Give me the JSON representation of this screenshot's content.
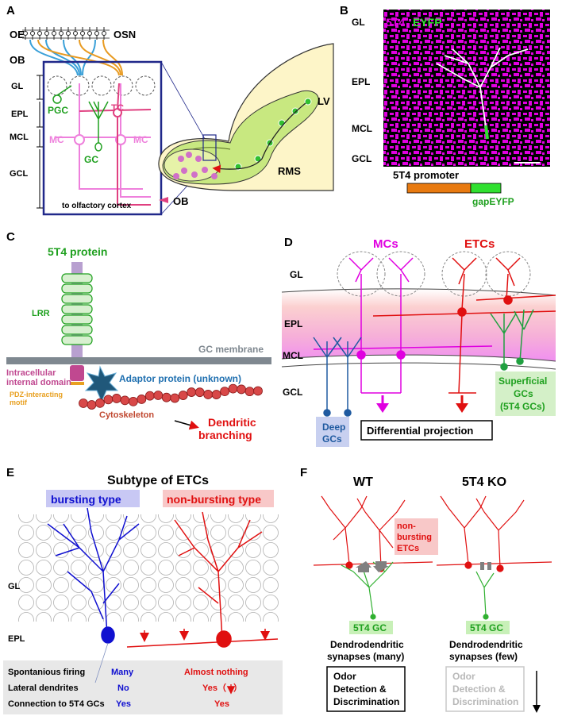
{
  "panels": {
    "a": {
      "letter": "A",
      "oe": "OE",
      "osn": "OSN",
      "ob": "OB",
      "layers": [
        "GL",
        "EPL",
        "MCL",
        "GCL"
      ],
      "pgc": "PGC",
      "tc": "TC",
      "mc_left": "MC",
      "mc_right": "MC",
      "gc": "GC",
      "cortex": "to olfactory cortex",
      "lv": "LV",
      "rms": "RMS",
      "ob_small": "OB"
    },
    "b": {
      "letter": "B",
      "label_5t4": "5T4",
      "label_eyfp": "EYFP",
      "layers": [
        "GL",
        "EPL",
        "MCL",
        "GCL"
      ],
      "promoter": "5T4 promoter",
      "gap": "gapEYFP"
    },
    "c": {
      "letter": "C",
      "protein": "5T4 protein",
      "lrr": "LRR",
      "membrane": "GC membrane",
      "intracellular_1": "Intracellular",
      "intracellular_2": "internal domain",
      "pdz_1": "PDZ-interacting",
      "pdz_2": "motif",
      "adaptor": "Adaptor protein (unknown)",
      "cytoskeleton": "Cytoskeleton",
      "dendritic_1": "Dendritic",
      "dendritic_2": "branching"
    },
    "d": {
      "letter": "D",
      "mcs": "MCs",
      "etcs": "ETCs",
      "layers": [
        "GL",
        "EPL",
        "MCL",
        "GCL"
      ],
      "deep_1": "Deep",
      "deep_2": "GCs",
      "sup_1": "Superficial",
      "sup_2": "GCs",
      "sup_3": "(5T4 GCs)",
      "projection": "Differential projection"
    },
    "e": {
      "letter": "E",
      "title": "Subtype of ETCs",
      "bursting": "bursting type",
      "nonbursting": "non-bursting type",
      "gl": "GL",
      "epl": "EPL",
      "rows": [
        {
          "label": "Spontanious firing",
          "bursting": "Many",
          "nonbursting": "Almost nothing"
        },
        {
          "label": "Lateral dendrites",
          "bursting": "No",
          "nonbursting": "Yes（   ）"
        },
        {
          "label": "Connection to 5T4 GCs",
          "bursting": "Yes",
          "nonbursting": "Yes"
        }
      ]
    },
    "f": {
      "letter": "F",
      "wt": "WT",
      "ko": "5T4 KO",
      "nb_1": "non-",
      "nb_2": "bursting",
      "nb_3": "ETCs",
      "gc_wt": "5T4 GC",
      "gc_ko": "5T4 GC",
      "dd_wt_1": "Dendrodendritic",
      "dd_wt_2": "synapses (many)",
      "dd_ko_1": "Dendrodendritic",
      "dd_ko_2": "synapses (few)",
      "odor_wt": [
        "Odor",
        "Detection &",
        "Discrimination"
      ],
      "odor_ko": [
        "Odor",
        "Detection &",
        "Discrimination"
      ]
    }
  },
  "colors": {
    "magenta": "#e000e0",
    "green": "#1fa01f",
    "red": "#e01010",
    "blue": "#1010d0",
    "orange": "#e87a10",
    "purple": "#b070c0",
    "navy": "#20288a",
    "pink": "#e890d8"
  }
}
